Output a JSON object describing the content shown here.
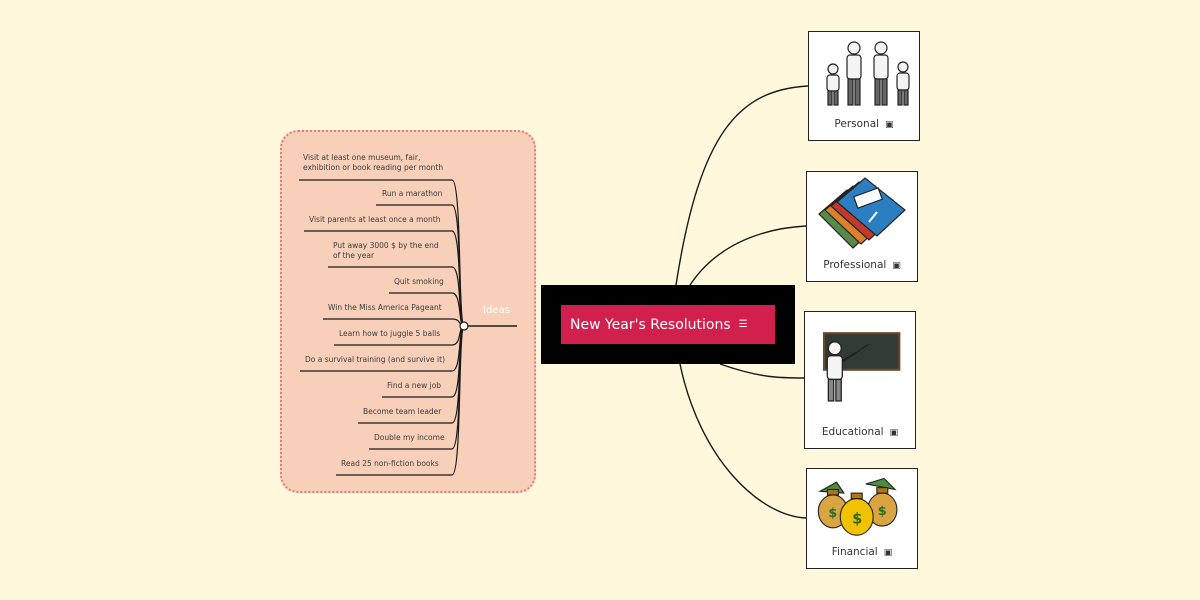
{
  "central_topic": {
    "label": "New Year's Resolutions",
    "icon": "note-icon"
  },
  "ideas_group": {
    "label": "Ideas",
    "items": [
      "Visit at least one museum, fair,\nexhibition or book reading per month",
      "Run a marathon",
      "Visit parents at least once a month",
      "Put away 3000 $ by the end\nof the year",
      "Quit smoking",
      "Win the Miss America Pageant",
      "Learn how to juggle 5 balls",
      "Do a survival training (and survive it)",
      "Find a new job",
      "Become team leader",
      "Double my income",
      "Read 25 non-fiction books"
    ]
  },
  "categories": [
    {
      "label": "Personal",
      "image": "family-illustration",
      "icon": "image-icon"
    },
    {
      "label": "Professional",
      "image": "business-plan-books-illustration",
      "icon": "image-icon"
    },
    {
      "label": "Educational",
      "image": "teacher-at-blackboard-illustration",
      "icon": "image-icon"
    },
    {
      "label": "Financial",
      "image": "money-bags-illustration",
      "icon": "image-icon"
    }
  ],
  "colors": {
    "background": "#fff8dc",
    "central_frame": "#000000",
    "central_topic": "#d11f4e",
    "ideas_fill": "#f8d0b9",
    "ideas_border": "#e77b7b",
    "connector": "#1a1a1a"
  }
}
